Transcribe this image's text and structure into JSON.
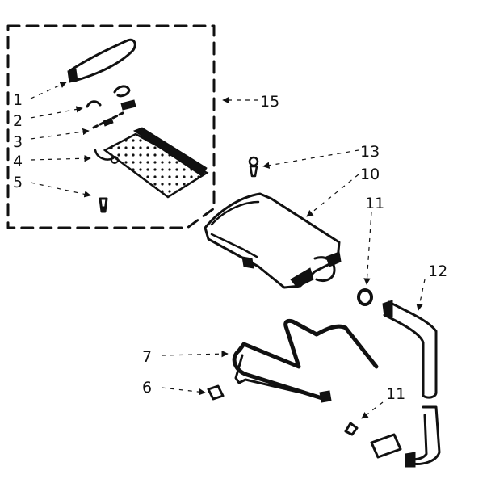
{
  "callouts": {
    "c1": "1",
    "c2": "2",
    "c3": "3",
    "c4": "4",
    "c5": "5",
    "c6": "6",
    "c7": "7",
    "c10": "10",
    "c11a": "11",
    "c11b": "11",
    "c12": "12",
    "c13": "13",
    "c15": "15"
  }
}
